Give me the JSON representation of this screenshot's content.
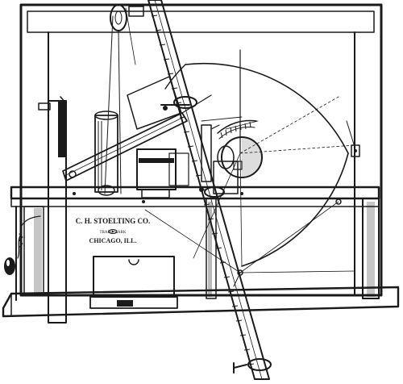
{
  "illustration": {
    "maker_plate": {
      "line1": "C. H. STOELTING CO.",
      "line2": "TRADE MARK",
      "line3": "CHICAGO, ILL."
    },
    "ink_color": "#1a1a1a",
    "paper_color": "#ffffff"
  }
}
